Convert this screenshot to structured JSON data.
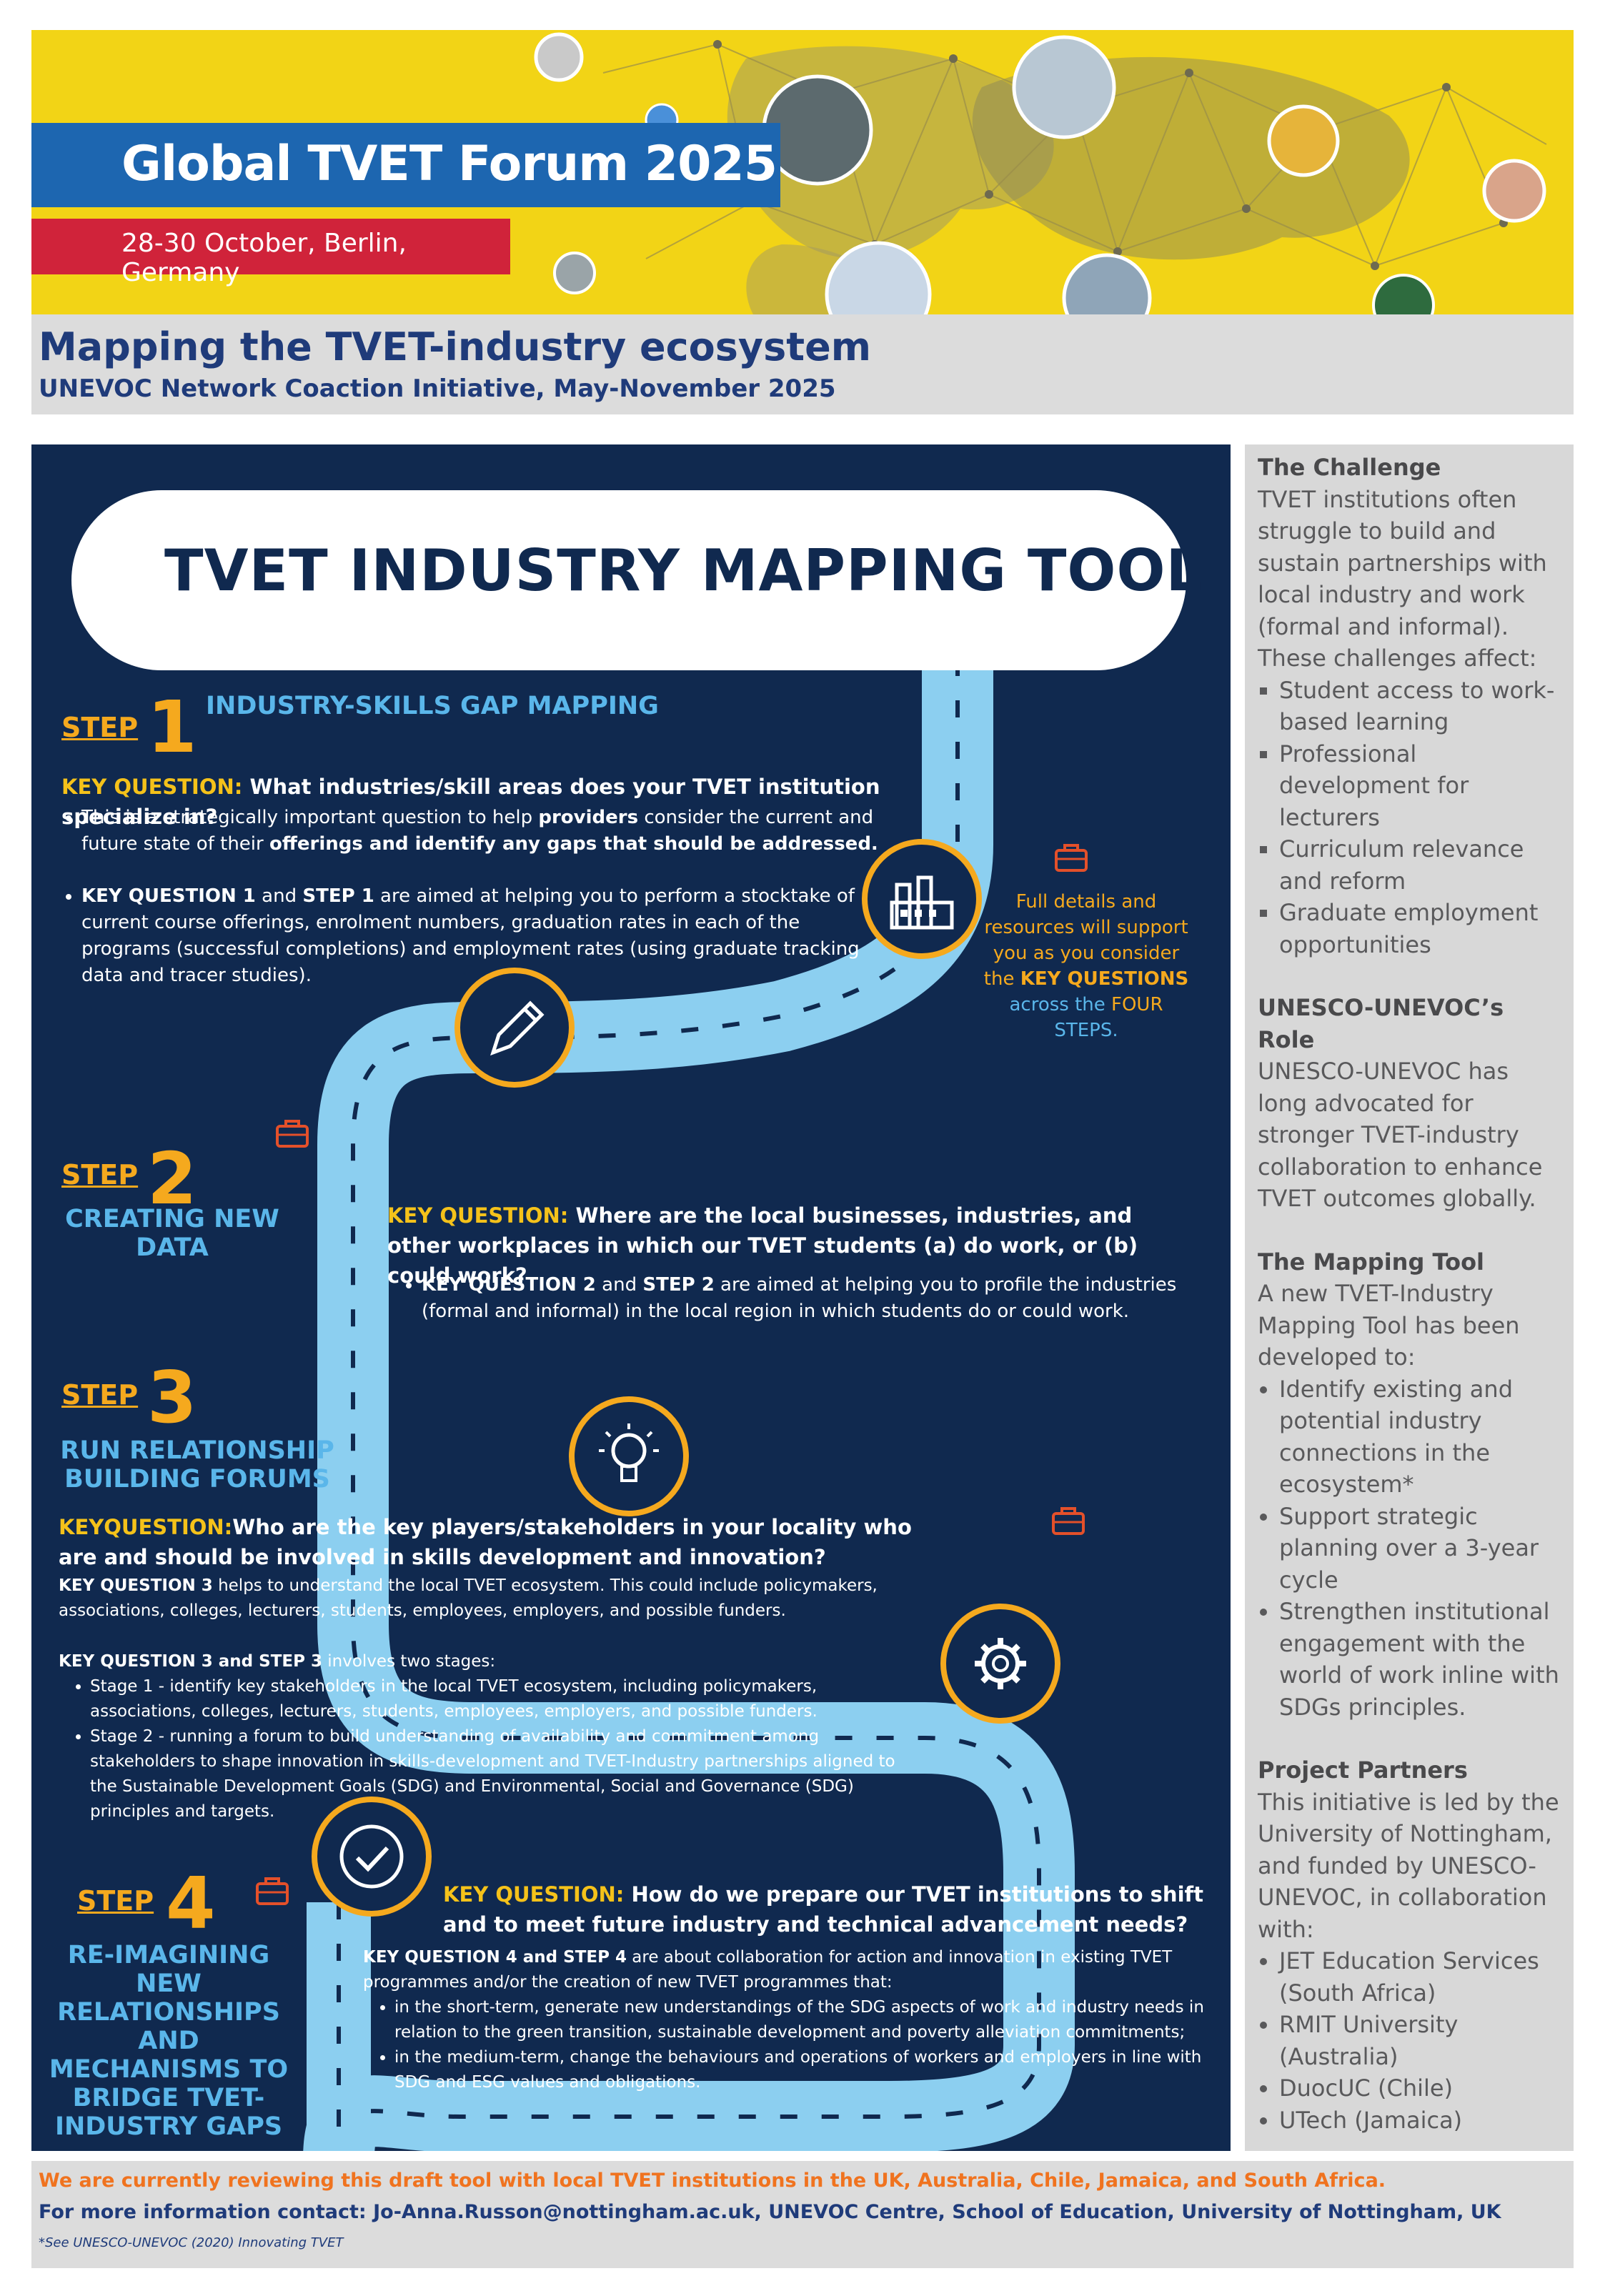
{
  "banner": {
    "title": "Global TVET Forum 2025",
    "dates": "28-30 October, Berlin, Germany"
  },
  "header": {
    "title": "Mapping the TVET-industry ecosystem",
    "subtitle": "UNEVOC Network Coaction Initiative, May-November 2025"
  },
  "tool": {
    "title": "TVET INDUSTRY MAPPING TOOL",
    "note_line1": "Full details and",
    "note_line2": "resources will support",
    "note_line3": "you as you consider",
    "note_the": "the",
    "note_kq": "KEY QUESTIONS",
    "note_across": "across the",
    "note_four": "FOUR",
    "note_steps": "STEPS.",
    "step_word": "STEP",
    "step1": {
      "number": "1",
      "title": "INDUSTRY-SKILLS GAP MAPPING",
      "kq_label": "KEY QUESTION:",
      "kq_text": "What industries/skill areas does your TVET institution specialize in?",
      "b1_pre": "This is a strategically important question to help",
      "b1_providers": "providers",
      "b1_mid": "consider the current and future state of their",
      "b1_bold": "offerings and identify any gaps that should be addressed.",
      "b2_kq": "KEY QUESTION 1",
      "b2_and": "and",
      "b2_step": "STEP 1",
      "b2_rest": "are aimed at helping you to perform a stocktake of current course offerings, enrolment numbers, graduation rates in each of the programs (successful completions) and employment rates (using graduate tracking data and tracer studies)."
    },
    "step2": {
      "number": "2",
      "title": "CREATING NEW DATA",
      "kq_label": "KEY QUESTION:",
      "kq_text": "Where are the local businesses, industries, and other workplaces in which our TVET students (a) do work, or (b) could work?",
      "b1_bold": "KEY QUESTION 2",
      "b1_and": "and",
      "b1_step": "STEP 2",
      "b1_rest": "are aimed at helping you to profile the industries (formal and informal) in the local region in which students do or could work."
    },
    "step3": {
      "number": "3",
      "title": "RUN RELATIONSHIP BUILDING FORUMS",
      "kq_label": "KEYQUESTION:",
      "kq_text": "Who are the key players/stakeholders in your locality who are and should be involved in skills development and innovation?",
      "p1_bold": "KEY QUESTION 3",
      "p1_rest": "helps to understand the local TVET ecosystem. This could include policymakers, associations, colleges, lecturers, students, employees, employers, and possible funders.",
      "p2_bold": "KEY QUESTION 3 and STEP 3",
      "p2_rest": "involves two stages:",
      "s1": "Stage 1 - identify key stakeholders in the local TVET ecosystem, including policymakers, associations, colleges, lecturers, students, employees, employers, and possible funders.",
      "s2": "Stage 2 - running a forum to build understanding of availability and commitment among stakeholders to shape innovation in skills-development and TVET-Industry partnerships aligned to the Sustainable Development Goals (SDG) and Environmental, Social and Governance (SDG) principles and targets."
    },
    "step4": {
      "number": "4",
      "title": "RE-IMAGINING NEW RELATIONSHIPS AND MECHANISMS TO BRIDGE TVET-INDUSTRY GAPS",
      "kq_label": "KEY QUESTION:",
      "kq_text": "How do we prepare our TVET institutions to shift and to meet future industry and technical advancement needs?",
      "p1_bold": "KEY QUESTION 4 and STEP 4",
      "p1_rest": "are about collaboration for action and innovation in existing TVET programmes and/or the creation of new TVET programmes that:",
      "b1": "in the short-term, generate new understandings of the SDG aspects of work and industry needs in relation to the green transition, sustainable development and poverty alleviation commitments;",
      "b2": "in the medium-term, change the behaviours and operations of workers and employers in line with SDG and ESG values and obligations."
    }
  },
  "sidebar": {
    "challenge_h": "The Challenge",
    "challenge_p": "TVET institutions often struggle to build and sustain partnerships with local industry and work (formal and informal). These challenges affect:",
    "challenge_items": [
      "Student access to work-based learning",
      "Professional development for lecturers",
      "Curriculum relevance and reform",
      "Graduate employment opportunities"
    ],
    "role_h": "UNESCO-UNEVOC’s Role",
    "role_p": "UNESCO-UNEVOC has long advocated for stronger TVET-industry collaboration to enhance TVET outcomes globally.",
    "tool_h": "The Mapping Tool",
    "tool_p": "A new TVET-Industry Mapping Tool has been developed to:",
    "tool_items": [
      "Identify existing and potential industry connections in the ecosystem*",
      "Support strategic planning over a 3-year cycle",
      "Strengthen institutional engagement with the world of work inline with SDGs principles."
    ],
    "partners_h": "Project Partners",
    "partners_p": "This initiative is led by the University of Nottingham, and funded by UNESCO-UNEVOC, in collaboration with:",
    "partners_items": [
      "JET Education Services (South Africa)",
      "RMIT University (Australia)",
      "DuocUC (Chile)",
      "UTech (Jamaica)"
    ]
  },
  "footer": {
    "review": "We are currently reviewing this draft tool with local TVET institutions in the UK, Australia, Chile, Jamaica, and South Africa.",
    "contact": "For more information contact: Jo-Anna.Russon@nottingham.ac.uk, UNEVOC Centre, School of Education, University of Nottingham, UK",
    "footnote": "*See UNESCO-UNEVOC (2020) Innovating TVET"
  },
  "colors": {
    "navy": "#10294f",
    "road": "#8ccff0",
    "orange": "#f5a91e",
    "yellow": "#f2d416",
    "blue": "#1d66b0",
    "red": "#d0233a"
  }
}
